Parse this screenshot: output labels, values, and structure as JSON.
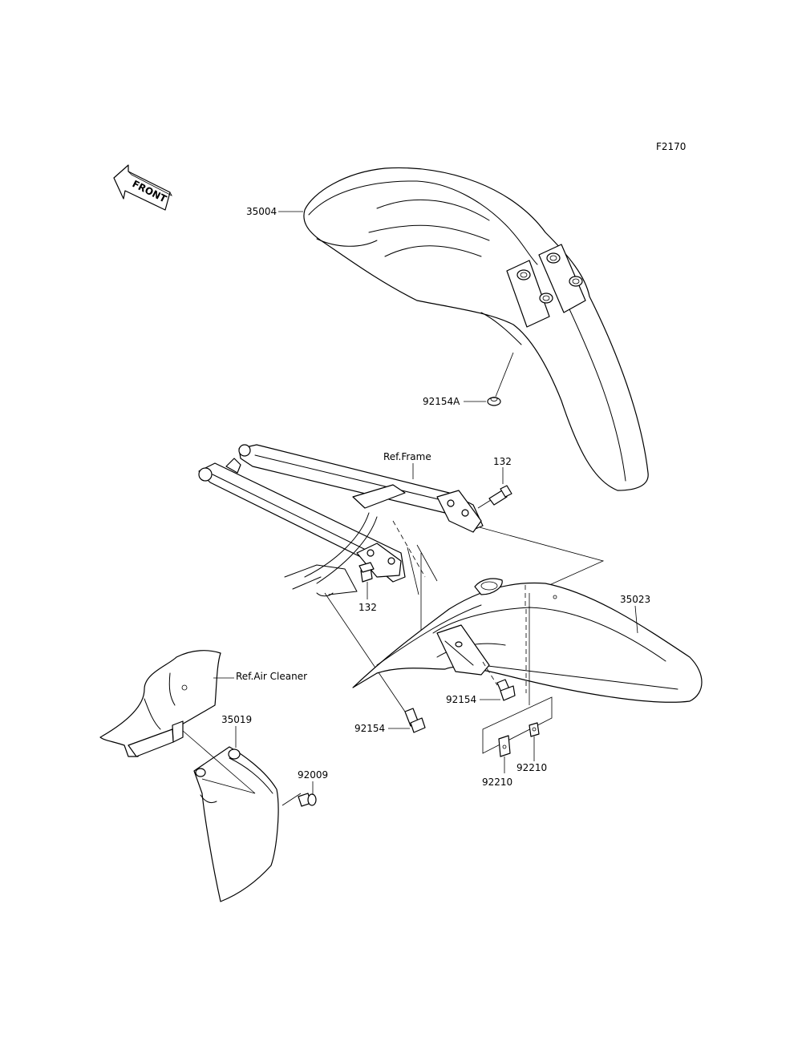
{
  "figure_code": "F2170",
  "front_arrow": {
    "text": "FRONT"
  },
  "refs": {
    "frame": "Ref.Frame",
    "air_cleaner": "Ref.Air Cleaner"
  },
  "parts": {
    "front_fender": "35004",
    "front_fender_nut": "92154A",
    "bolt_132_right": "132",
    "bolt_132_left": "132",
    "rear_fender": "35023",
    "bolt_92154_right": "92154",
    "bolt_92154_left": "92154",
    "flap": "35019",
    "screw_92009": "92009",
    "clip_92210_right": "92210",
    "clip_92210_left": "92210"
  }
}
